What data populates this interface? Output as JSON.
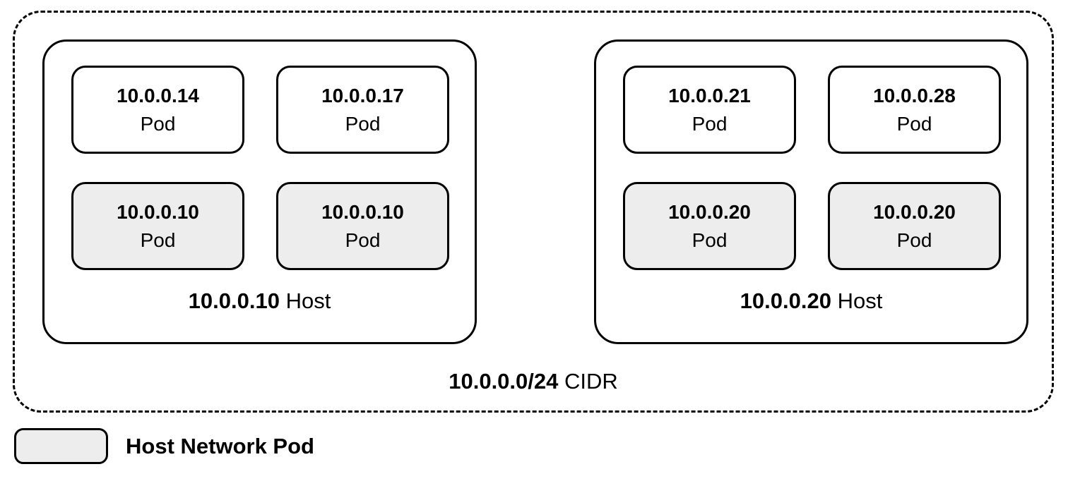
{
  "diagram": {
    "cidr": {
      "ip": "10.0.0.0/24",
      "label": " CIDR"
    },
    "hosts": [
      {
        "ip": "10.0.0.10",
        "label": " Host",
        "pods": [
          {
            "ip": "10.0.0.14",
            "label": "Pod",
            "host_network": false
          },
          {
            "ip": "10.0.0.17",
            "label": "Pod",
            "host_network": false
          },
          {
            "ip": "10.0.0.10",
            "label": "Pod",
            "host_network": true
          },
          {
            "ip": "10.0.0.10",
            "label": "Pod",
            "host_network": true
          }
        ]
      },
      {
        "ip": "10.0.0.20",
        "label": " Host",
        "pods": [
          {
            "ip": "10.0.0.21",
            "label": "Pod",
            "host_network": false
          },
          {
            "ip": "10.0.0.28",
            "label": "Pod",
            "host_network": false
          },
          {
            "ip": "10.0.0.20",
            "label": "Pod",
            "host_network": true
          },
          {
            "ip": "10.0.0.20",
            "label": "Pod",
            "host_network": true
          }
        ]
      }
    ],
    "legend": {
      "label": "Host Network Pod"
    },
    "colors": {
      "stroke": "#000000",
      "background": "#ffffff",
      "host_network_pod_fill": "#ededed"
    }
  }
}
